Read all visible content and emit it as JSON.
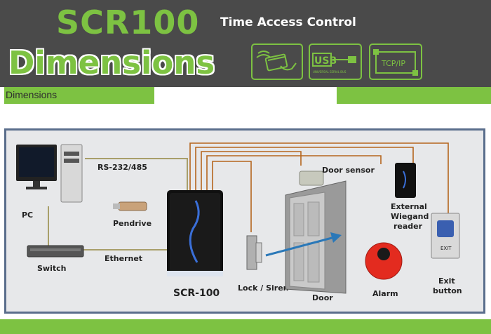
{
  "header": {
    "model": "SCR100",
    "heading": "Dimensions",
    "subtitle": "Time Access Control",
    "badges": {
      "usb_caption": "USB",
      "usb_fine_print": "UNIVERSAL SERIAL BUS",
      "tcp_caption": "TCP/IP"
    }
  },
  "tab": {
    "label": "Dimensions"
  },
  "diagram": {
    "labels": {
      "pc": "PC",
      "rs232": "RS-232/485",
      "pendrive": "Pendrive",
      "switch": "Switch",
      "ethernet": "Ethernet",
      "device": "SCR-100",
      "lock": "Lock / Siren",
      "door_sensor": "Door sensor",
      "door": "Door",
      "reader_line1": "External",
      "reader_line2": "Wiegand",
      "reader_line3": "reader",
      "alarm": "Alarm",
      "exit_line1": "Exit",
      "exit_line2": "button",
      "exit_panel_text": "EXIT"
    }
  },
  "colors": {
    "brand_green": "#7dc242",
    "banner_gray": "#4a4a4a",
    "frame_border": "#5a6e8c",
    "wire_brown": "#b5651d",
    "wire_olive": "#a89f6a",
    "arrow_blue": "#2a78b8"
  }
}
